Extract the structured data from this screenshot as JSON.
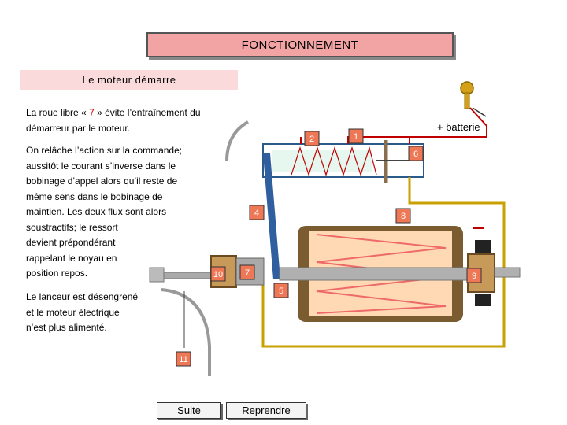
{
  "header": {
    "title": "FONCTIONNEMENT",
    "subtitle": "Le moteur démarre"
  },
  "text": {
    "para1_before": "La roue libre « ",
    "para1_number": "7",
    "para1_after": " » évite l’entraînement du",
    "para1_line2": "démarreur par le moteur.",
    "para2_lines": [
      "On relâche l’action sur la commande;",
      "aussitôt le courant s’inverse dans le",
      "bobinage d’appel alors qu’il reste de",
      "même sens dans le bobinage de",
      "maintien. Les deux flux sont alors",
      "soustractifs; le ressort",
      "devient prépondérant",
      "rappelant le noyau en",
      "position repos."
    ],
    "para3_lines": [
      "Le lanceur est désengrené",
      "et le moteur électrique",
      "n’est plus alimenté."
    ]
  },
  "diagram": {
    "battery_label": "+ batterie",
    "part_numbers": [
      "1",
      "2",
      "4",
      "5",
      "6",
      "7",
      "8",
      "9",
      "10",
      "11"
    ],
    "colors": {
      "wire": "#c00000",
      "housing": "#7a5c30",
      "core": "#ffd9b3",
      "winding": "#ee6a6a",
      "rod": "#2f5f9f",
      "marker": "#ee7755"
    }
  },
  "buttons": {
    "next": "Suite",
    "replay": "Reprendre"
  }
}
